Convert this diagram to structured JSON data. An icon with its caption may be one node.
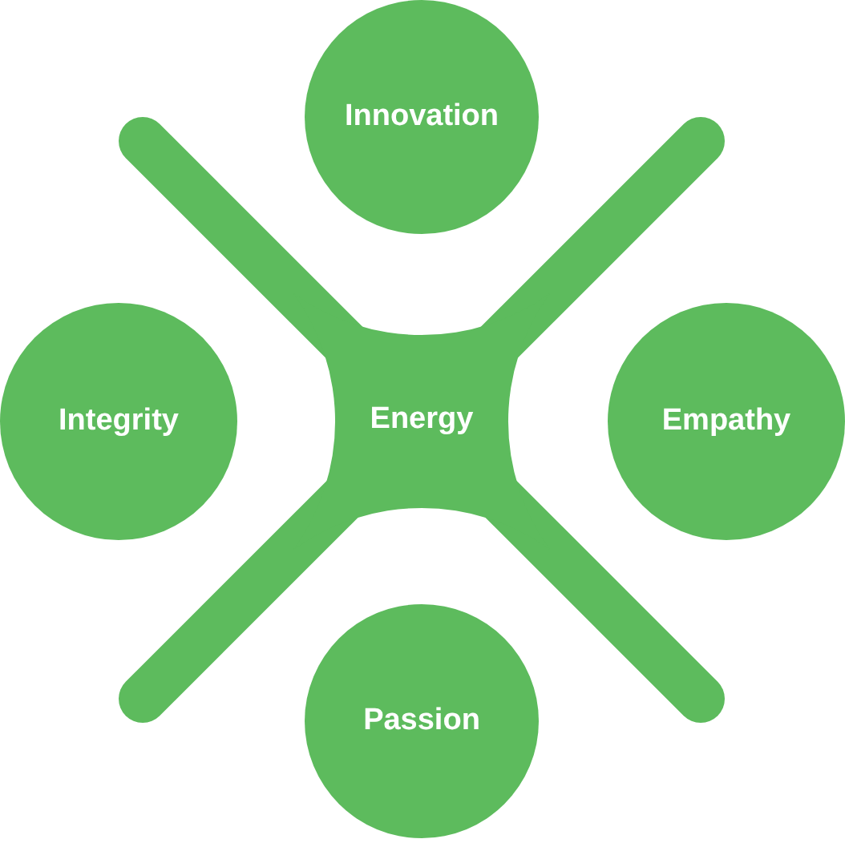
{
  "diagram": {
    "nodes": [
      {
        "text": [
          "Innovation"
        ]
      },
      {
        "text": [
          "Integrity"
        ]
      },
      {
        "text": [
          "Energy"
        ]
      },
      {
        "text": [
          "Empathy"
        ]
      },
      {
        "text": [
          "Passion"
        ]
      }
    ]
  }
}
